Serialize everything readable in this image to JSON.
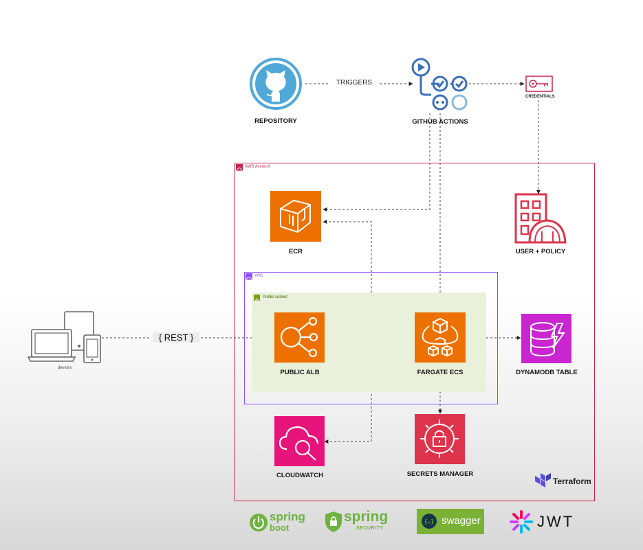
{
  "diagram": {
    "nodes": {
      "repository": {
        "label": "REPOSITORY",
        "icon": "github-icon"
      },
      "github_actions": {
        "label": "GITHUB ACTIONS",
        "icon": "github-actions-icon"
      },
      "credentials": {
        "label": "CREDENTIALS",
        "icon": "key-icon"
      },
      "ecr": {
        "label": "ECR",
        "icon": "ecr-icon"
      },
      "user_policy": {
        "label": "USER + POLICY",
        "icon": "iam-user-icon"
      },
      "devices": {
        "label": "devices",
        "icon": "devices-icon"
      },
      "public_alb": {
        "label": "PUBLIC ALB",
        "icon": "alb-icon"
      },
      "fargate_ecs": {
        "label": "FARGATE ECS",
        "icon": "fargate-icon"
      },
      "dynamodb_table": {
        "label": "DYNAMODB TABLE",
        "icon": "dynamodb-icon"
      },
      "cloudwatch": {
        "label": "CLOUDWATCH",
        "icon": "cloudwatch-icon"
      },
      "secrets_manager": {
        "label": "SECRETS MANAGER",
        "icon": "secrets-manager-icon"
      }
    },
    "groups": {
      "aws_account": {
        "label": "AWS Account",
        "color": "#c7254e"
      },
      "vpc": {
        "label": "VPC",
        "color": "#8c4fff"
      },
      "public_subnet": {
        "label": "Public subnet",
        "color": "#7aa116"
      }
    },
    "edges": {
      "triggers": "TRIGGERS",
      "rest": "{ REST }"
    },
    "colors": {
      "compute_orange": "#ed7100",
      "security_red": "#dd344c",
      "database_purple": "#c925d1",
      "management_pink": "#e7157b",
      "github_blue": "#4fa8d8"
    }
  },
  "footer": {
    "logos": {
      "terraform": "Terraform",
      "spring_boot_word": "spring",
      "spring_boot_sub": "boot",
      "spring_security_word": "spring",
      "spring_security_sub": "SECURITY",
      "swagger": "swagger",
      "jwt": "JWT"
    }
  }
}
